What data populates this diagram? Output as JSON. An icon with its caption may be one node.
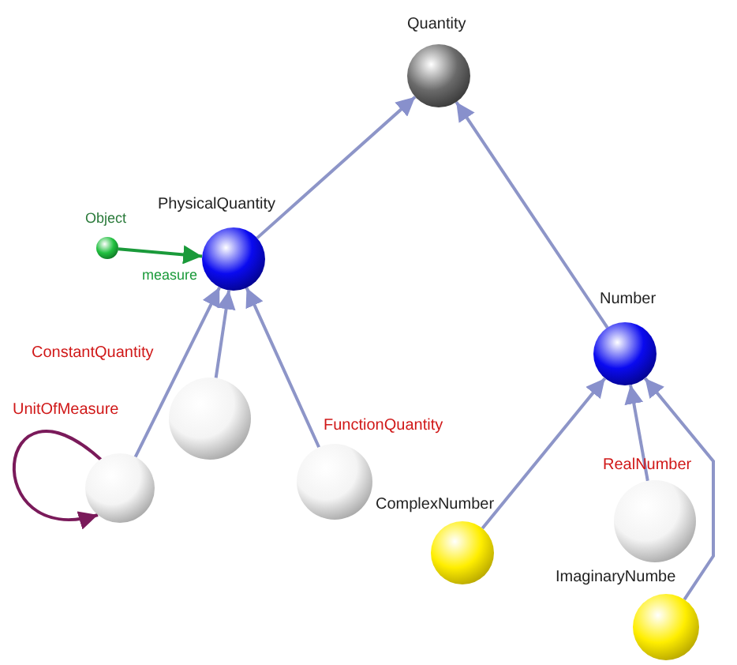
{
  "diagram": {
    "nodes": [
      {
        "text": [
          "Quantity"
        ]
      },
      {
        "text": [
          "PhysicalQuantity"
        ]
      },
      {
        "text": [
          "Object"
        ]
      },
      {
        "text": [
          "ConstantQuantity"
        ]
      },
      {
        "text": [
          "UnitOfMeasure"
        ]
      },
      {
        "text": [
          "FunctionQuantity"
        ]
      },
      {
        "text": [
          "Number"
        ]
      },
      {
        "text": [
          "ComplexNumber"
        ]
      },
      {
        "text": [
          "RealNumber"
        ]
      },
      {
        "text": [
          "ImaginaryNumbe"
        ]
      }
    ],
    "edges": [
      {
        "from": 1,
        "to": 0,
        "arrow": "to"
      },
      {
        "from": 6,
        "to": 0,
        "arrow": "to"
      },
      {
        "from": 2,
        "to": 1,
        "arrow": "to",
        "label": "measure",
        "color": "#1a9a3a"
      },
      {
        "from": 4,
        "to": 1,
        "arrow": "to"
      },
      {
        "from": 3,
        "to": 1,
        "arrow": "to"
      },
      {
        "from": 5,
        "to": 1,
        "arrow": "to"
      },
      {
        "from": 4,
        "to": 4,
        "arrow": "to",
        "color": "#7a1a5a"
      },
      {
        "from": 7,
        "to": 6,
        "arrow": "to"
      },
      {
        "from": 8,
        "to": 6,
        "arrow": "to"
      },
      {
        "from": 9,
        "to": 6,
        "arrow": "to"
      }
    ]
  }
}
